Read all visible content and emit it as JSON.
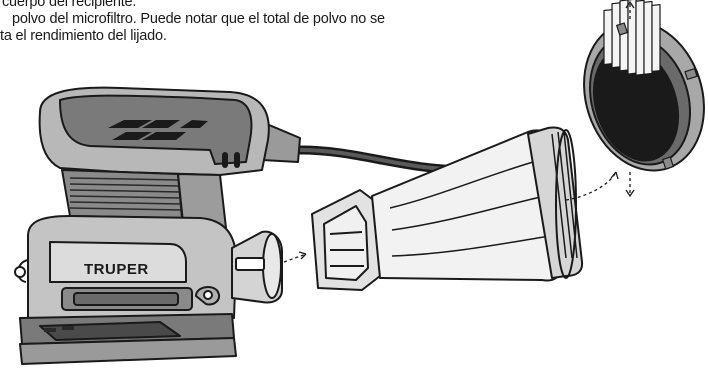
{
  "text_lines": [
    "cuerpo  del recipiente.",
    "polvo del microfiltro. Puede notar que el total de polvo no se",
    "ta el rendimiento del lijado."
  ],
  "brand_label": "TRUPER",
  "colors": {
    "outline": "#1a1a1a",
    "body_gray": "#b8b8b8",
    "dark_gray": "#555555",
    "light_gray": "#d9d9d9",
    "filter_gray": "#ececec"
  }
}
